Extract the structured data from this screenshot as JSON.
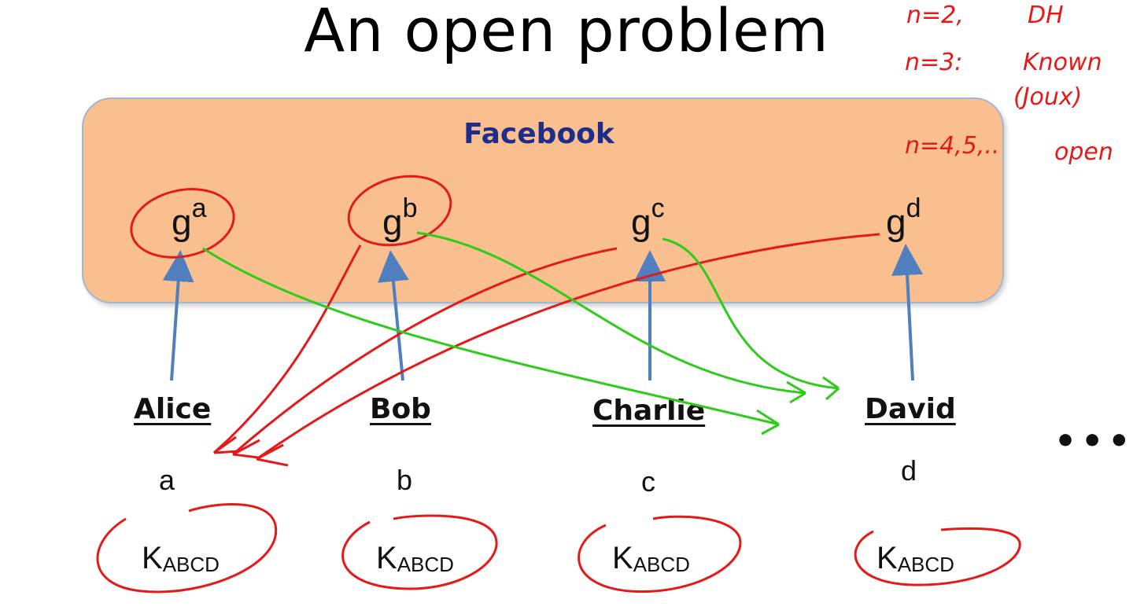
{
  "title": "An open problem",
  "facebook_label": "Facebook",
  "ellipsis": "•••",
  "public_values": [
    {
      "base": "g",
      "exp": "a"
    },
    {
      "base": "g",
      "exp": "b"
    },
    {
      "base": "g",
      "exp": "c"
    },
    {
      "base": "g",
      "exp": "d"
    }
  ],
  "parties": [
    {
      "name": "Alice",
      "secret": "a"
    },
    {
      "name": "Bob",
      "secret": "b"
    },
    {
      "name": "Charlie",
      "secret": "c"
    },
    {
      "name": "David",
      "secret": "d"
    }
  ],
  "shared_key": {
    "base": "K",
    "sub": "ABCD"
  },
  "annotations": {
    "n2_label": "n=2,",
    "n2_value": "DH",
    "n3_label": "n=3:",
    "n3_value": "Known",
    "n3_credit": "(Joux)",
    "n45_label": "n=4,5,..",
    "n45_value": "open"
  },
  "colors": {
    "facebook_box": "#f9bf8f",
    "facebook_text": "#1f2d8a",
    "arrow_blue": "#4f7fbf",
    "ink_red": "#e41a1a",
    "ink_green": "#2ecc1a"
  }
}
